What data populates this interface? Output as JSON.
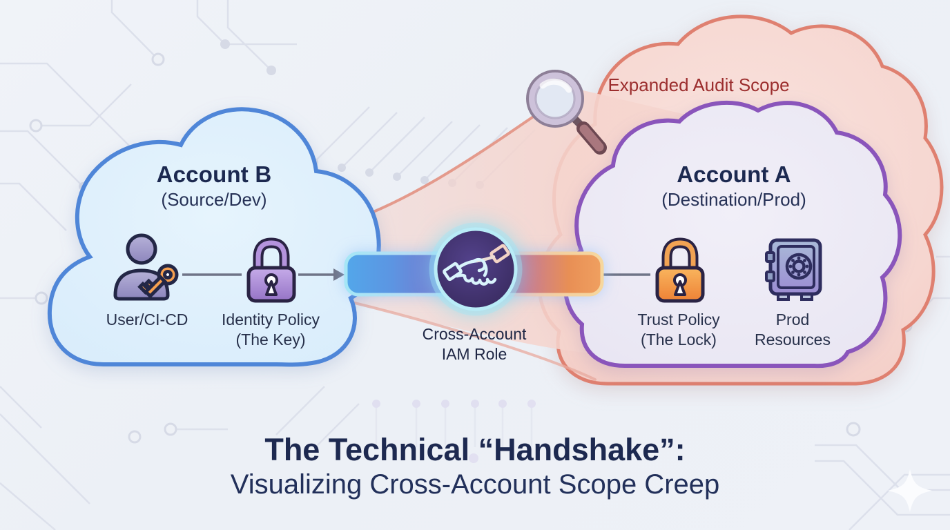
{
  "diagram": {
    "background": "#edf0f6",
    "main_title": {
      "line1": "The Technical “Handshake”:",
      "line2": "Visualizing Cross-Account Scope Creep",
      "color": "#1d2950"
    },
    "audit_scope": {
      "label": "Expanded Audit Scope",
      "text_color": "#9c2e2e",
      "fill": "#f5d4cd",
      "border": "#df8070",
      "icon": "magnifier-icon"
    },
    "account_b": {
      "title": "Account B",
      "subtitle": "(Source/Dev)",
      "fill": "#ddeffb",
      "border": "#4f86d8",
      "items": [
        {
          "icon": "user-key-icon",
          "label": "User/CI-CD"
        },
        {
          "icon": "padlock-icon",
          "label": "Identity Policy",
          "sublabel": "(The Key)",
          "lock_color": "#a27fd0"
        }
      ]
    },
    "account_a": {
      "title": "Account A",
      "subtitle": "(Destination/Prod)",
      "fill": "#ecebf6",
      "border": "#8a55bb",
      "items": [
        {
          "icon": "padlock-icon",
          "label": "Trust Policy",
          "sublabel": "(The Lock)",
          "lock_color": "#f19140"
        },
        {
          "icon": "vault-icon",
          "label": "Prod",
          "sublabel": "Resources"
        }
      ]
    },
    "bridge": {
      "icon": "handshake-icon",
      "label_line1": "Cross-Account",
      "label_line2": "IAM Role",
      "colors": {
        "left": "#53a7ea",
        "middle": "#8a70c8",
        "right": "#ee9b52",
        "circle": "#40306b",
        "ring": "#b9ecf7"
      }
    }
  }
}
